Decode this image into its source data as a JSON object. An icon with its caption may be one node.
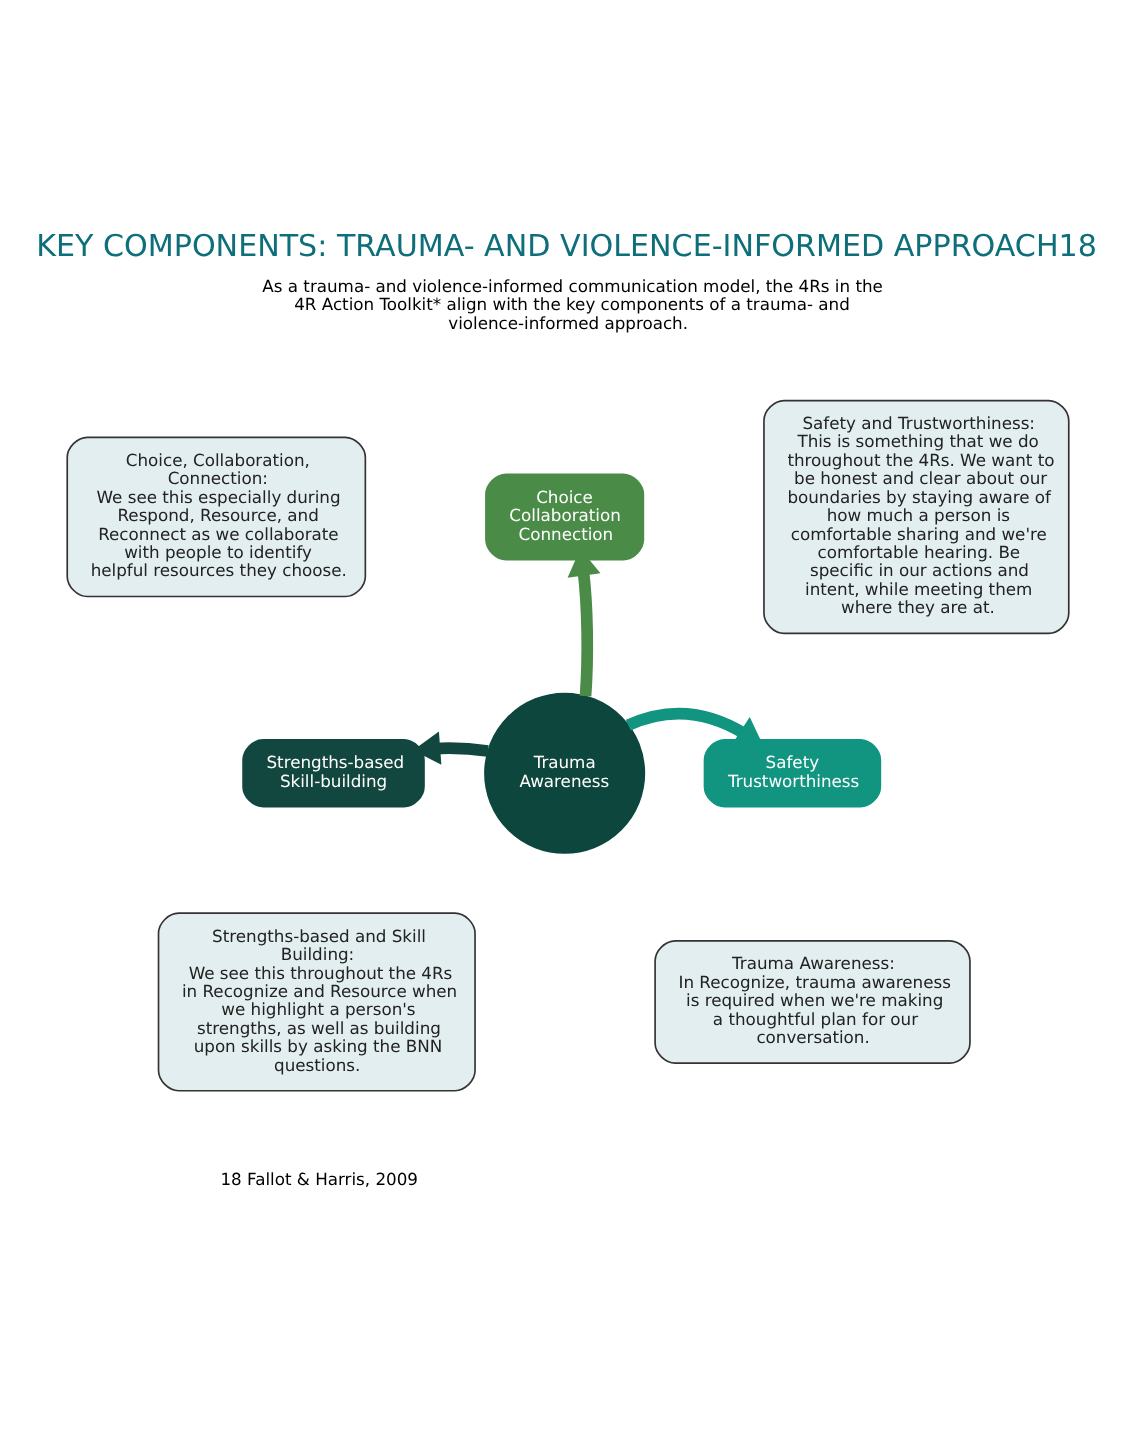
{
  "diagram": {
    "title": "KEY COMPONENTS: TRAUMA- AND VIOLENCE-INFORMED APPROACH18",
    "nodes": [
      {
        "text": [
          "Trauma Awareness"
        ]
      },
      {
        "text": [
          "Choice Collaboration Connection"
        ]
      },
      {
        "text": [
          "Strengths-based Skill-building"
        ]
      },
      {
        "text": [
          "Safety Trustworthiness"
        ]
      },
      {
        "text": [
          "Choice, Collaboration, Connection:",
          "We see this especially during Respond, Resource, and Reconnect as we collaborate with people to identify helpful resources they choose."
        ]
      },
      {
        "text": [
          "Safety and Trustworthiness:",
          "This is something that we do throughout the 4Rs. We want to be honest and clear about our boundaries by staying aware of how much a person is comfortable sharing and we're comfortable hearing. Be specific in our actions and intent, while meeting them where they are at."
        ]
      },
      {
        "text": [
          "Strengths-based and Skill Building:",
          "We see this throughout the 4Rs in Recognize and Resource when we highlight a person's strengths, as well as building upon skills by asking the BNN questions."
        ]
      },
      {
        "text": [
          "Trauma Awareness:",
          "In Recognize, trauma awareness is required when we're making a thoughtful plan for our conversation."
        ]
      }
    ],
    "edges": [
      {
        "from": 0,
        "to": 1,
        "arrow": "to",
        "color": "#4a8c47"
      },
      {
        "from": 0,
        "to": 2,
        "arrow": "to",
        "color": "#12473f"
      },
      {
        "from": 0,
        "to": 3,
        "arrow": "to",
        "color": "#119580"
      }
    ],
    "labels": [
      "As a trauma- and violence-informed communication model, the 4Rs in the 4R Action Toolkit* align with the key components of a trauma- and violence-informed approach.",
      "18 Fallot & Harris, 2009"
    ]
  }
}
